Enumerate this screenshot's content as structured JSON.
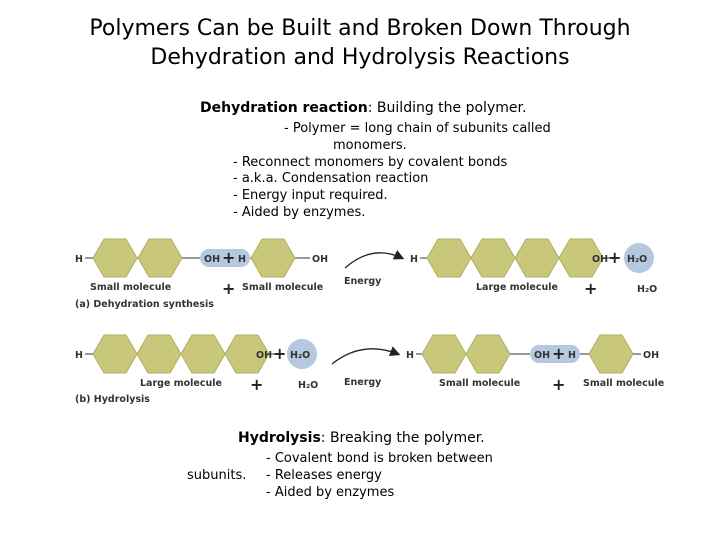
{
  "title": {
    "line1": "Polymers Can be Built and Broken Down Through",
    "line2": "Dehydration and Hydrolysis Reactions"
  },
  "dehydration": {
    "term": "Dehydration reaction",
    "definition": ":  Building the polymer.",
    "bullet1a": "- Polymer = long chain of subunits called",
    "bullet1b": "monomers.",
    "bullet2": "- Reconnect monomers by covalent bonds",
    "bullet3": "- a.k.a. Condensation reaction",
    "bullet4": "- Energy input required.",
    "bullet5": "- Aided by enzymes."
  },
  "figure": {
    "h": "H",
    "oh": "OH",
    "plus": "+",
    "water": "H₂O",
    "water_bubble": "H₂O",
    "energy": "Energy",
    "small_molecule": "Small molecule",
    "large_molecule": "Large molecule",
    "caption_a": "(a) Dehydration synthesis",
    "caption_b": "(b) Hydrolysis"
  },
  "hydrolysis": {
    "term": "Hydrolysis",
    "definition": ": Breaking the polymer.",
    "bullet1": "- Covalent bond is broken between",
    "bullet1_cont": "subunits.",
    "bullet2": "- Releases energy",
    "bullet3": "- Aided by enzymes"
  },
  "colors": {
    "hexagon_fill": "#c8c77a",
    "bubble_fill": "#b5c8e0",
    "text_dark": "#333333"
  }
}
